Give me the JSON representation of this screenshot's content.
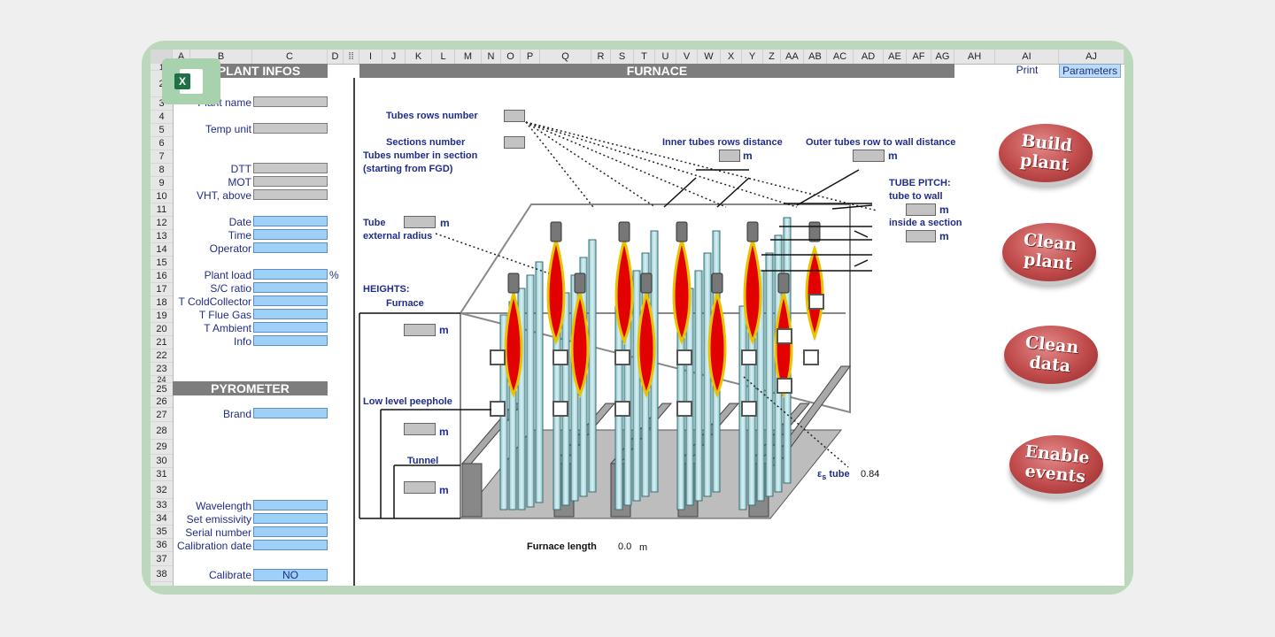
{
  "app": {
    "icon": "excel-icon",
    "icon_letter": "X"
  },
  "columns": [
    "A",
    "B",
    "C",
    "D",
    "I",
    "J",
    "K",
    "L",
    "M",
    "N",
    "O",
    "P",
    "Q",
    "R",
    "S",
    "T",
    "U",
    "V",
    "W",
    "X",
    "Y",
    "Z",
    "AA",
    "AB",
    "AC",
    "AD",
    "AE",
    "AF",
    "AG",
    "AH",
    "AI",
    "AJ"
  ],
  "rows": [
    "1",
    "2",
    "3",
    "4",
    "5",
    "6",
    "7",
    "8",
    "9",
    "10",
    "11",
    "12",
    "13",
    "14",
    "15",
    "16",
    "17",
    "18",
    "19",
    "20",
    "21",
    "22",
    "23",
    "24",
    "25",
    "26",
    "27",
    "28",
    "29",
    "30",
    "31",
    "32",
    "33",
    "34",
    "35",
    "36",
    "37",
    "38"
  ],
  "sections": {
    "plant_infos": "PLANT INFOS",
    "furnace": "FURNACE",
    "pyrometer": "PYROMETER"
  },
  "header_links": {
    "print": "Print",
    "parameters": "Parameters"
  },
  "plant_fields": {
    "plant_name": "Plant name",
    "temp_unit": "Temp unit",
    "dtt": "DTT",
    "mot": "MOT",
    "vht": "VHT, above",
    "date": "Date",
    "time": "Time",
    "operator": "Operator",
    "plant_load": "Plant load",
    "plant_load_unit": "%",
    "sc_ratio": "S/C ratio",
    "t_cold": "T ColdCollector",
    "t_flue": "T Flue Gas",
    "t_ambient": "T Ambient",
    "info": "Info"
  },
  "pyrometer_fields": {
    "brand": "Brand",
    "wavelength": "Wavelength",
    "set_emissivity": "Set emissivity",
    "serial_number": "Serial number",
    "calibration_date": "Calibration date",
    "calibrate": "Calibrate",
    "calibrate_value": "NO"
  },
  "diagram": {
    "tubes_rows_number": "Tubes rows number",
    "sections_number": "Sections number",
    "tubes_in_section": "Tubes number in section",
    "from_fgd": "(starting from FGD)",
    "inner_distance": "Inner tubes rows distance",
    "outer_distance": "Outer tubes row to wall distance",
    "tube_pitch": "TUBE PITCH:",
    "tube_to_wall": "tube to wall",
    "inside_section": "inside a section",
    "tube": "Tube",
    "external_radius": "external radius",
    "heights": "HEIGHTS:",
    "furnace": "Furnace",
    "low_peephole": "Low level peephole",
    "tunnel": "Tunnel",
    "eps_tube": "ε",
    "eps_sub": "s",
    "tube_word": "tube",
    "eps_value": "0.84",
    "furnace_length": "Furnace length",
    "furnace_length_value": "0.0",
    "unit_m": "m"
  },
  "buttons": {
    "build": "Build plant",
    "clean_plant": "Clean plant",
    "clean_data": "Clean data",
    "enable_events": "Enable events"
  },
  "colors": {
    "accent_red": "#c04a4a",
    "field_blue": "#9fd0f7",
    "label_blue": "#1f2d8a",
    "frame_green": "#bcd8bc"
  }
}
